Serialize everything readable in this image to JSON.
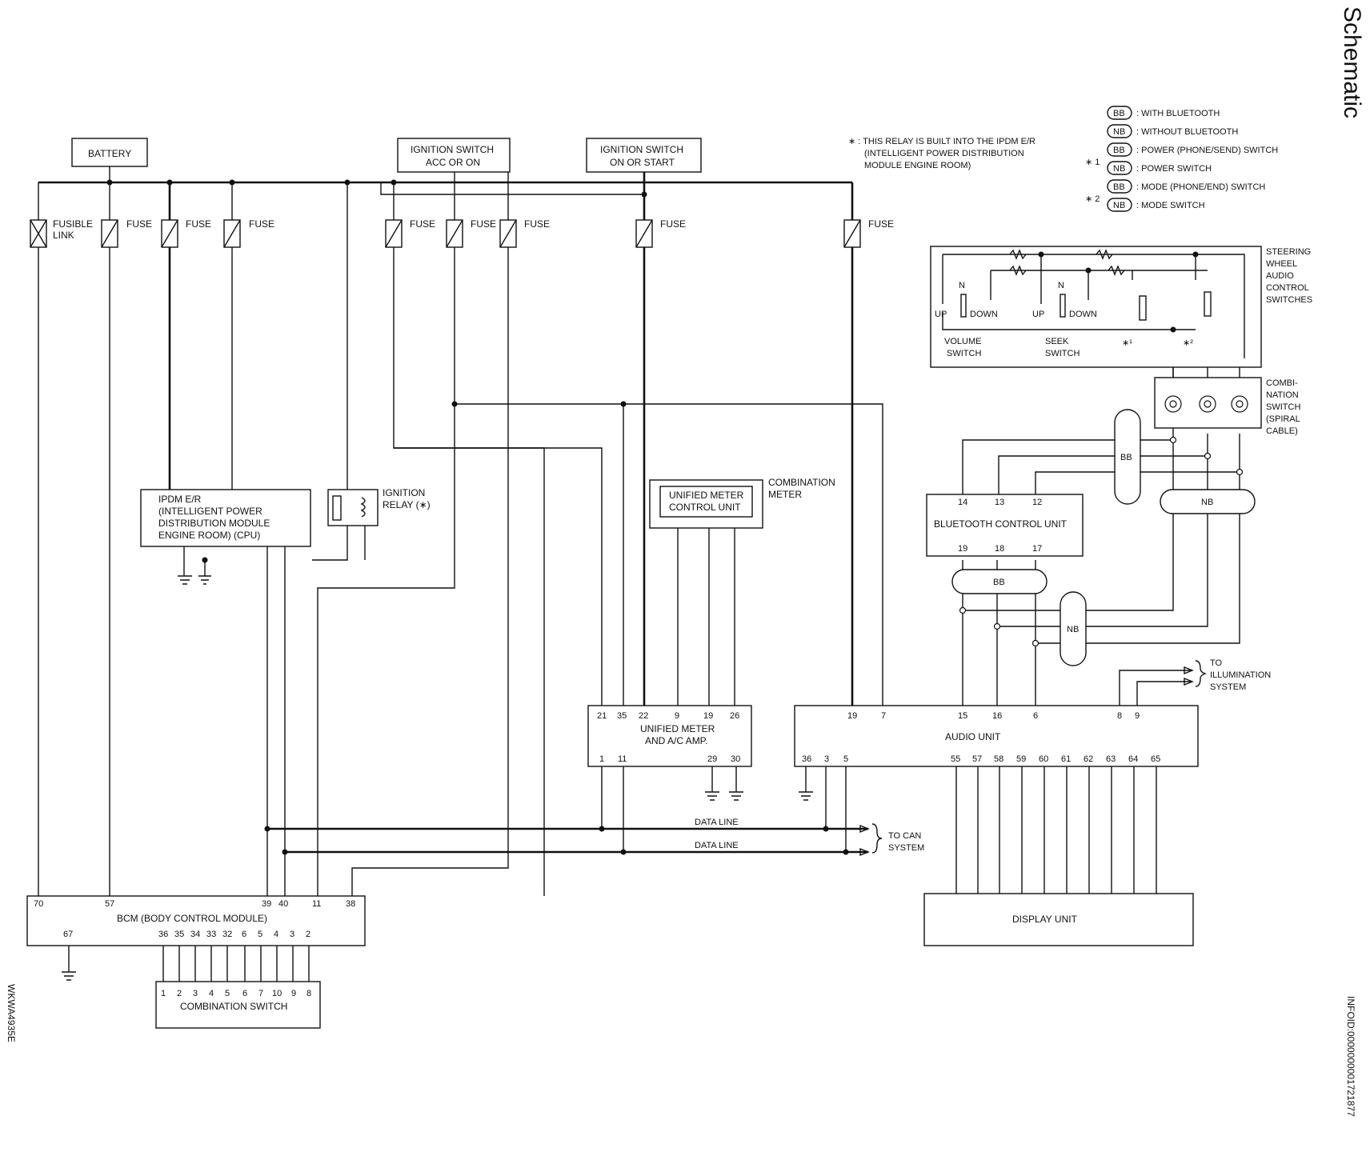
{
  "title": "Schematic",
  "side_code": "INFOID:0000000001721877",
  "figure_code": "WKWA4935E",
  "notes": {
    "relay_note": [
      "∗ : THIS RELAY IS BUILT INTO THE IPDM E/R",
      "(INTELLIGENT POWER DISTRIBUTION",
      "MODULE ENGINE ROOM)"
    ],
    "legend": [
      {
        "mark": "",
        "tag": "BB",
        "text": ": WITH BLUETOOTH"
      },
      {
        "mark": "",
        "tag": "NB",
        "text": ": WITHOUT BLUETOOTH"
      },
      {
        "mark": "∗ 1",
        "tag": "BB",
        "text": ": POWER (PHONE/SEND) SWITCH"
      },
      {
        "mark": "",
        "tag": "NB",
        "text": ": POWER SWITCH"
      },
      {
        "mark": "∗ 2",
        "tag": "BB",
        "text": ": MODE (PHONE/END) SWITCH"
      },
      {
        "mark": "",
        "tag": "NB",
        "text": ": MODE SWITCH"
      }
    ]
  },
  "sources": {
    "battery": "BATTERY",
    "ign_acc": [
      "IGNITION SWITCH",
      "ACC OR ON"
    ],
    "ign_on": [
      "IGNITION SWITCH",
      "ON OR START"
    ]
  },
  "fuses": {
    "fusible_link": [
      "FUSIBLE",
      "LINK"
    ],
    "fuse": "FUSE"
  },
  "modules": {
    "ipdm": [
      "IPDM E/R",
      "(INTELLIGENT POWER",
      "DISTRIBUTION MODULE",
      "ENGINE ROOM) (CPU)"
    ],
    "relay": [
      "IGNITION",
      "RELAY (∗)"
    ],
    "combination_meter": [
      "COMBINATION",
      "METER"
    ],
    "unified_meter_cu": [
      "UNIFIED METER",
      "CONTROL UNIT"
    ],
    "unified_meter_amp": [
      "UNIFIED METER",
      "AND A/C AMP."
    ],
    "audio_unit": "AUDIO UNIT",
    "bluetooth_cu": "BLUETOOTH CONTROL UNIT",
    "display_unit": "DISPLAY UNIT",
    "bcm": "BCM (BODY CONTROL MODULE)",
    "combination_switch": "COMBINATION SWITCH",
    "steering_switches": [
      "STEERING",
      "WHEEL",
      "AUDIO",
      "CONTROL",
      "SWITCHES"
    ],
    "spiral_cable": [
      "COMBI-",
      "NATION",
      "SWITCH",
      "(SPIRAL",
      "CABLE)"
    ]
  },
  "switch_labels": {
    "up": "UP",
    "down": "DOWN",
    "n": "N",
    "volume": [
      "VOLUME",
      "SWITCH"
    ],
    "seek": [
      "SEEK",
      "SWITCH"
    ],
    "star1": "∗¹",
    "star2": "∗²"
  },
  "harness_tags": {
    "bb": "BB",
    "nb": "NB"
  },
  "signals": {
    "data_line": "DATA LINE",
    "to_can": [
      "TO CAN",
      "SYSTEM"
    ],
    "to_illumination": [
      "TO",
      "ILLUMINATION",
      "SYSTEM"
    ]
  },
  "pins": {
    "meter_top": [
      "21",
      "35",
      "22",
      "9",
      "19",
      "26"
    ],
    "meter_bottom": [
      "1",
      "11",
      "29",
      "30"
    ],
    "audio_top": [
      "19",
      "7",
      "15",
      "16",
      "6",
      "8",
      "9"
    ],
    "audio_bottom_left": [
      "36",
      "3",
      "5"
    ],
    "audio_bottom_right": [
      "55",
      "57",
      "58",
      "59",
      "60",
      "61",
      "62",
      "63",
      "64",
      "65"
    ],
    "bt_top": [
      "14",
      "13",
      "12"
    ],
    "bt_bottom": [
      "19",
      "18",
      "17"
    ],
    "bcm_top": [
      "70",
      "57",
      "39",
      "40",
      "11",
      "38"
    ],
    "bcm_bottom": [
      "67",
      "36",
      "35",
      "34",
      "33",
      "32",
      "6",
      "5",
      "4",
      "3",
      "2"
    ],
    "combsw": [
      "1",
      "2",
      "3",
      "4",
      "5",
      "6",
      "7",
      "10",
      "9",
      "8"
    ]
  }
}
